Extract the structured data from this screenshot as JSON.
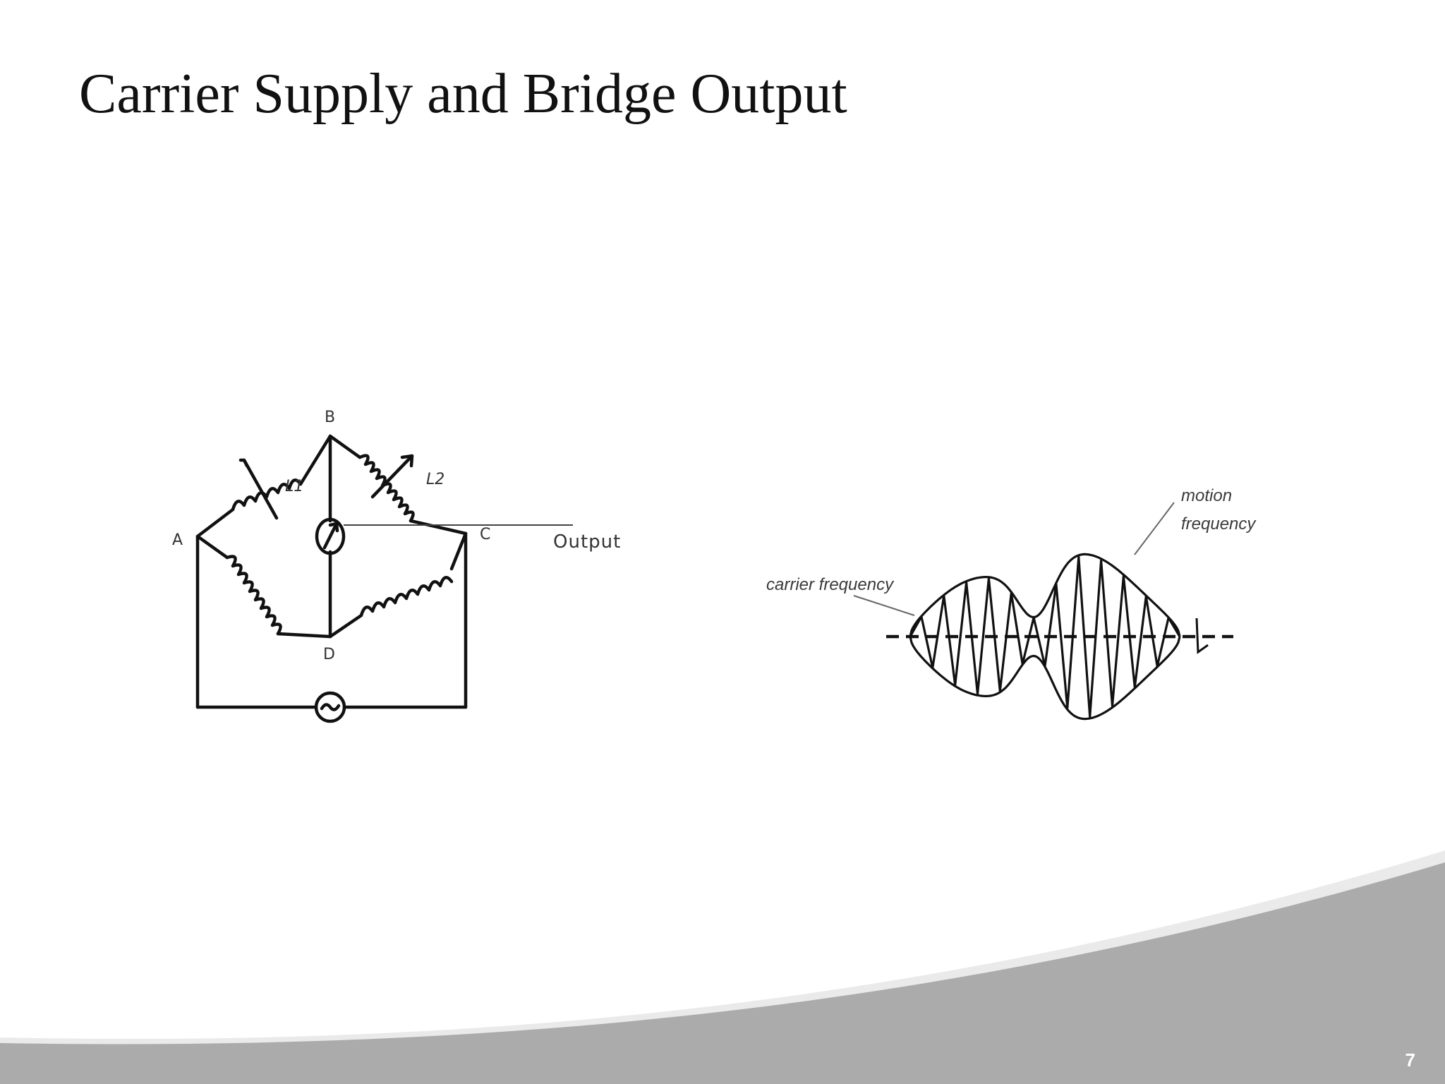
{
  "slide": {
    "title": "Carrier Supply and Bridge Output",
    "page_number": "7"
  },
  "bridge": {
    "node_a": "A",
    "node_b": "B",
    "node_c": "C",
    "node_d": "D",
    "inductor_1": "L1",
    "inductor_2": "L2",
    "output_label": "Output"
  },
  "waveform": {
    "carrier_label": "carrier frequency",
    "motion_label_line1": "motion",
    "motion_label_line2": "frequency"
  },
  "colors": {
    "footer_band": "#ababab",
    "ink": "#111111"
  }
}
